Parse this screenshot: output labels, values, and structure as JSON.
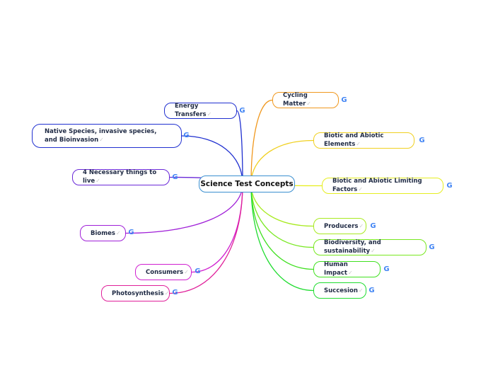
{
  "center": {
    "label": "Science Test Concepts"
  },
  "google_glyph": "G",
  "check_glyph": "✓",
  "nodes": [
    {
      "id": "energy-transfers",
      "label": "Energy Transfers",
      "color": "#2030d0"
    },
    {
      "id": "native-species",
      "label": "Native Species, invasive species, and Bioinvasion",
      "color": "#2030d0"
    },
    {
      "id": "four-necessary",
      "label": "4 Necessary things to live",
      "color": "#6a2ad8"
    },
    {
      "id": "biomes",
      "label": "Biomes",
      "color": "#a020d8"
    },
    {
      "id": "consumers",
      "label": "Consumers",
      "color": "#d020d0"
    },
    {
      "id": "photosynthesis",
      "label": "Photosynthesis",
      "color": "#e0209a"
    },
    {
      "id": "cycling-matter",
      "label": "Cycling Matter",
      "color": "#f0981e"
    },
    {
      "id": "biotic-abiotic-elements",
      "label": "Biotic and Abiotic Elements",
      "color": "#f0d020"
    },
    {
      "id": "biotic-abiotic-limiting",
      "label": "Biotic and Abiotic Limiting Factors",
      "color": "#e6ee20"
    },
    {
      "id": "producers",
      "label": "Producers",
      "color": "#a8ea20"
    },
    {
      "id": "biodiversity",
      "label": "Biodiversity, and sustainability",
      "color": "#78e820"
    },
    {
      "id": "human-impact",
      "label": "Human Impact",
      "color": "#40e020"
    },
    {
      "id": "succesion",
      "label": "Succesion",
      "color": "#20dc30"
    }
  ],
  "center_color": "#3a8fd0"
}
